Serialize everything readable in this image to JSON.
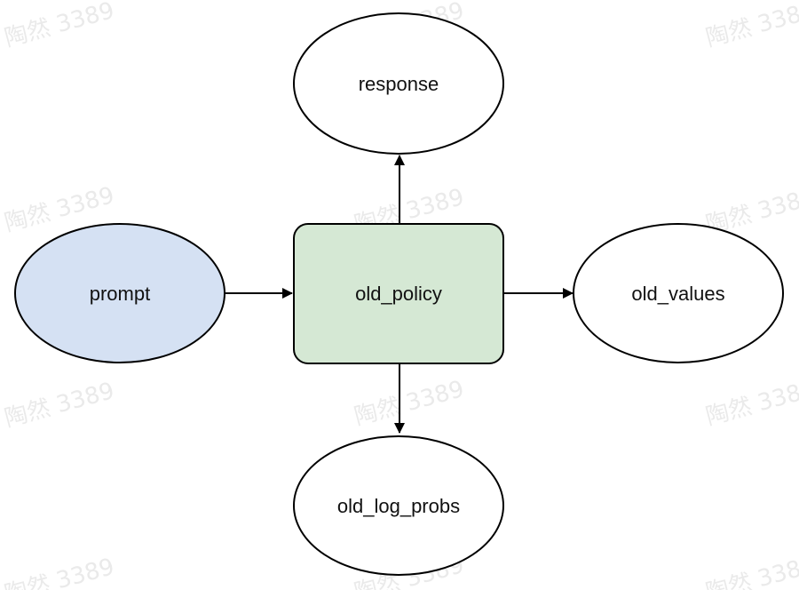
{
  "diagram": {
    "nodes": {
      "prompt": {
        "label": "prompt",
        "fill": "#d5e1f3"
      },
      "old_policy": {
        "label": "old_policy",
        "fill": "#d5e8d4"
      },
      "response": {
        "label": "response",
        "fill": "#ffffff"
      },
      "old_values": {
        "label": "old_values",
        "fill": "#ffffff"
      },
      "old_log_probs": {
        "label": "old_log_probs",
        "fill": "#ffffff"
      }
    },
    "edges": [
      {
        "from": "prompt",
        "to": "old_policy"
      },
      {
        "from": "old_policy",
        "to": "response"
      },
      {
        "from": "old_policy",
        "to": "old_values"
      },
      {
        "from": "old_policy",
        "to": "old_log_probs"
      }
    ],
    "stroke_color": "#000000"
  },
  "watermark": {
    "text": "陶然 3389"
  }
}
